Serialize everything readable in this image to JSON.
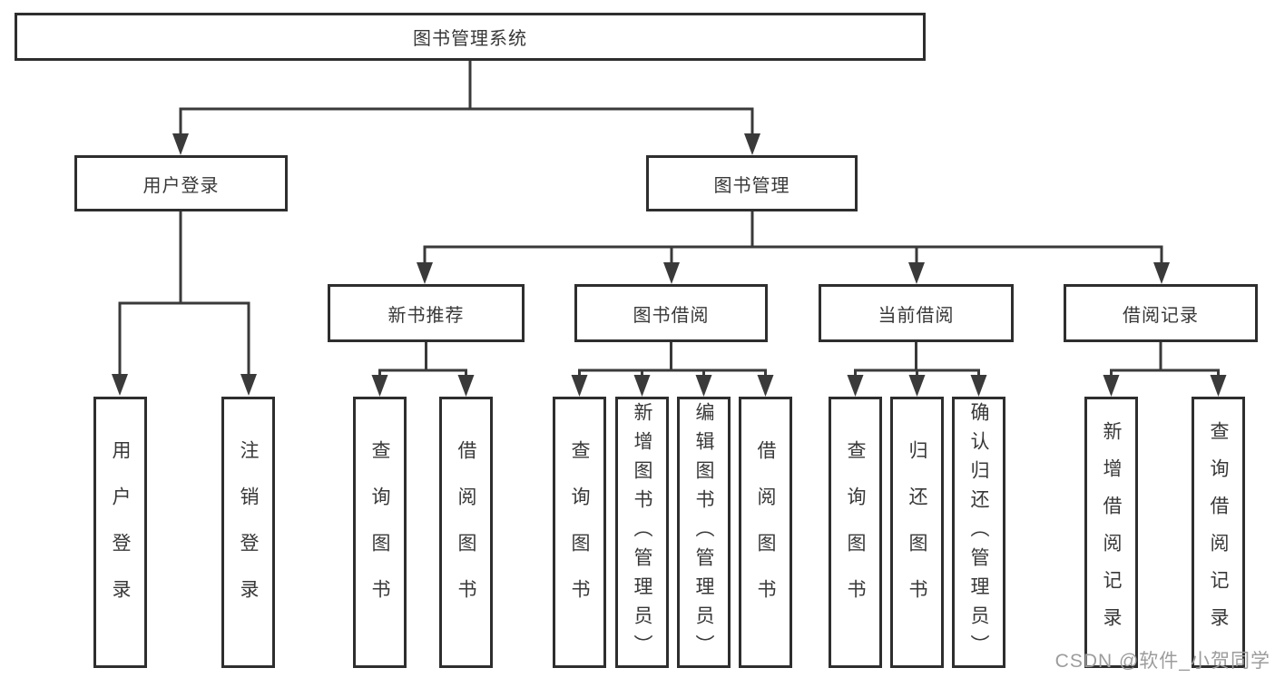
{
  "tree": {
    "root": "图书管理系统",
    "branches": [
      {
        "label": "用户登录",
        "children": [
          "用户登录",
          "注销登录"
        ]
      },
      {
        "label": "图书管理",
        "sections": [
          {
            "label": "新书推荐",
            "children": [
              "查询图书",
              "借阅图书"
            ]
          },
          {
            "label": "图书借阅",
            "children": [
              "查询图书",
              "新增图书（管理员）",
              "编辑图书（管理员）",
              "借阅图书"
            ]
          },
          {
            "label": "当前借阅",
            "children": [
              "查询图书",
              "归还图书",
              "确认归还（管理员）"
            ]
          },
          {
            "label": "借阅记录",
            "children": [
              "新增借阅记录",
              "查询借阅记录"
            ]
          }
        ]
      }
    ]
  },
  "colors": {
    "box_border": "#2e2e2e",
    "wire": "#3a3a3a",
    "text": "#383838",
    "watermark": "#9c9c9c",
    "background": "#ffffff"
  },
  "watermark": "CSDN @软件_小贺同学"
}
